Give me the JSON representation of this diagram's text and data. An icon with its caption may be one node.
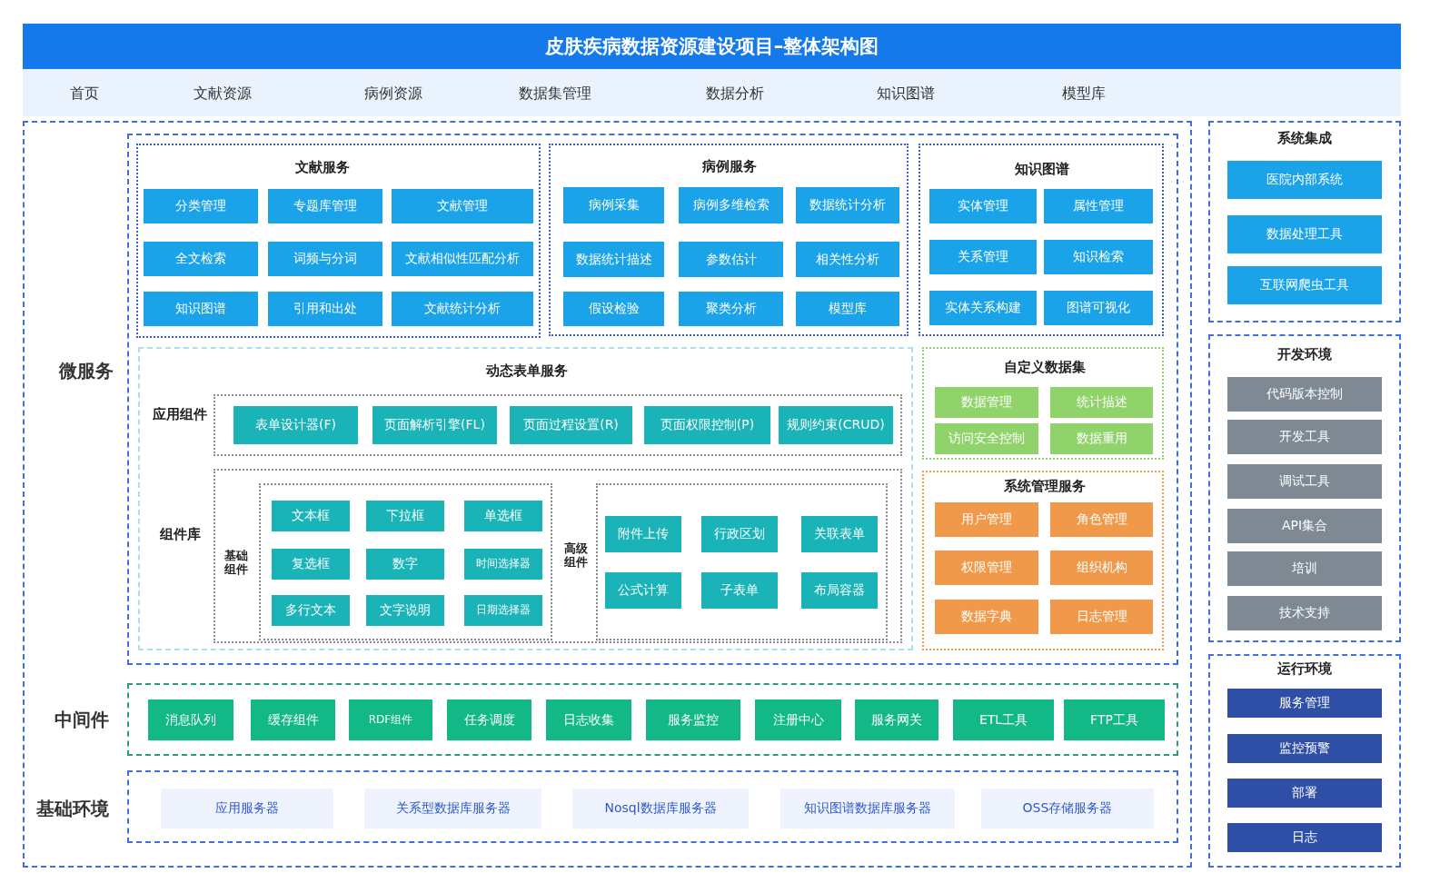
{
  "diagram": {
    "title": "皮肤疾病数据资源建设项目–整体架构图",
    "labels": [
      "首页",
      "文献资源",
      "病例资源",
      "数据集管理",
      "数据分析",
      "知识图谱",
      "模型库"
    ],
    "nodes": [
      {
        "text": [
          "微服务",
          "中间件",
          "基础环境"
        ]
      },
      {
        "text": [],
        "shape": "box",
        "in": 0
      },
      {
        "text": [
          "文献服务"
        ],
        "in": 1
      },
      {
        "text": [
          "分类管理"
        ],
        "in": 2
      },
      {
        "text": [
          "专题库管理"
        ],
        "in": 2
      },
      {
        "text": [
          "文献管理"
        ],
        "in": 2
      },
      {
        "text": [
          "全文检索"
        ],
        "in": 2
      },
      {
        "text": [
          "词频与分词"
        ],
        "in": 2
      },
      {
        "text": [
          "文献相似性匹配分析"
        ],
        "in": 2
      },
      {
        "text": [
          "知识图谱"
        ],
        "in": 2
      },
      {
        "text": [
          "引用和出处"
        ],
        "in": 2
      },
      {
        "text": [
          "文献统计分析"
        ],
        "in": 2
      },
      {
        "text": [
          "病例服务"
        ],
        "in": 1
      },
      {
        "text": [
          "病例采集"
        ],
        "in": 12
      },
      {
        "text": [
          "病例多维检索"
        ],
        "in": 12
      },
      {
        "text": [
          "数据统计分析"
        ],
        "in": 12
      },
      {
        "text": [
          "数据统计描述"
        ],
        "in": 12
      },
      {
        "text": [
          "参数估计"
        ],
        "in": 12
      },
      {
        "text": [
          "相关性分析"
        ],
        "in": 12
      },
      {
        "text": [
          "假设检验"
        ],
        "in": 12
      },
      {
        "text": [
          "聚类分析"
        ],
        "in": 12
      },
      {
        "text": [
          "模型库"
        ],
        "in": 12
      },
      {
        "text": [
          "知识图谱"
        ],
        "in": 1
      },
      {
        "text": [
          "实体管理"
        ],
        "in": 22
      },
      {
        "text": [
          "属性管理"
        ],
        "in": 22
      },
      {
        "text": [
          "关系管理"
        ],
        "in": 22
      },
      {
        "text": [
          "知识检索"
        ],
        "in": 22
      },
      {
        "text": [
          "实体关系构建"
        ],
        "in": 22
      },
      {
        "text": [
          "图谱可视化"
        ],
        "in": 22
      },
      {
        "text": [
          "动态表单服务"
        ],
        "in": 1
      },
      {
        "text": [
          "应用组件"
        ],
        "in": 29
      },
      {
        "text": [
          "表单设计器(F)"
        ],
        "in": 30
      },
      {
        "text": [
          "页面解析引擎(FL)"
        ],
        "in": 30
      },
      {
        "text": [
          "页面过程设置(R)"
        ],
        "in": 30
      },
      {
        "text": [
          "页面权限控制(P)"
        ],
        "in": 30
      },
      {
        "text": [
          "规则约束(CRUD)"
        ],
        "in": 30
      },
      {
        "text": [
          "组件库"
        ],
        "in": 29
      },
      {
        "text": [
          "基础组件"
        ],
        "in": 36
      },
      {
        "text": [
          "文本框"
        ],
        "in": 37
      },
      {
        "text": [
          "下拉框"
        ],
        "in": 37
      },
      {
        "text": [
          "单选框"
        ],
        "in": 37
      },
      {
        "text": [
          "复选框"
        ],
        "in": 37
      },
      {
        "text": [
          "数字"
        ],
        "in": 37
      },
      {
        "text": [
          "时间选择器"
        ],
        "in": 37
      },
      {
        "text": [
          "多行文本"
        ],
        "in": 37
      },
      {
        "text": [
          "文字说明"
        ],
        "in": 37
      },
      {
        "text": [
          "日期选择器"
        ],
        "in": 37
      },
      {
        "text": [
          "高级组件"
        ],
        "in": 36
      },
      {
        "text": [
          "附件上传"
        ],
        "in": 47
      },
      {
        "text": [
          "行政区划"
        ],
        "in": 47
      },
      {
        "text": [
          "关联表单"
        ],
        "in": 47
      },
      {
        "text": [
          "公式计算"
        ],
        "in": 47
      },
      {
        "text": [
          "子表单"
        ],
        "in": 47
      },
      {
        "text": [
          "布局容器"
        ],
        "in": 47
      },
      {
        "text": [
          "自定义数据集"
        ],
        "in": 1
      },
      {
        "text": [
          "数据管理"
        ],
        "in": 54
      },
      {
        "text": [
          "统计描述"
        ],
        "in": 54
      },
      {
        "text": [
          "访问安全控制"
        ],
        "in": 54
      },
      {
        "text": [
          "数据重用"
        ],
        "in": 54
      },
      {
        "text": [
          "系统管理服务"
        ],
        "in": 1
      },
      {
        "text": [
          "用户管理"
        ],
        "in": 59
      },
      {
        "text": [
          "角色管理"
        ],
        "in": 59
      },
      {
        "text": [
          "权限管理"
        ],
        "in": 59
      },
      {
        "text": [
          "组织机构"
        ],
        "in": 59
      },
      {
        "text": [
          "数据字典"
        ],
        "in": 59
      },
      {
        "text": [
          "日志管理"
        ],
        "in": 59
      },
      {
        "text": [],
        "shape": "box",
        "in": 0
      },
      {
        "text": [
          "消息队列"
        ],
        "in": 66
      },
      {
        "text": [
          "缓存组件"
        ],
        "in": 66
      },
      {
        "text": [
          "RDF组件"
        ],
        "in": 66
      },
      {
        "text": [
          "任务调度"
        ],
        "in": 66
      },
      {
        "text": [
          "日志收集"
        ],
        "in": 66
      },
      {
        "text": [
          "服务监控"
        ],
        "in": 66
      },
      {
        "text": [
          "注册中心"
        ],
        "in": 66
      },
      {
        "text": [
          "服务网关"
        ],
        "in": 66
      },
      {
        "text": [
          "ETL工具"
        ],
        "in": 66
      },
      {
        "text": [
          "FTP工具"
        ],
        "in": 66
      },
      {
        "text": [],
        "shape": "box",
        "in": 0
      },
      {
        "text": [
          "应用服务器"
        ],
        "in": 77
      },
      {
        "text": [
          "关系型数据库服务器"
        ],
        "in": 77
      },
      {
        "text": [
          "Nosql数据库服务器"
        ],
        "in": 77
      },
      {
        "text": [
          "知识图谱数据库服务器"
        ],
        "in": 77
      },
      {
        "text": [
          "OSS存储服务器"
        ],
        "in": 77
      },
      {
        "text": [
          "系统集成"
        ]
      },
      {
        "text": [
          "医院内部系统"
        ],
        "in": 83
      },
      {
        "text": [
          "数据处理工具"
        ],
        "in": 83
      },
      {
        "text": [
          "互联网爬虫工具"
        ],
        "in": 83
      },
      {
        "text": [
          "开发环境"
        ]
      },
      {
        "text": [
          "代码版本控制"
        ],
        "in": 87
      },
      {
        "text": [
          "开发工具"
        ],
        "in": 87
      },
      {
        "text": [
          "调试工具"
        ],
        "in": 87
      },
      {
        "text": [
          "API集合"
        ],
        "in": 87
      },
      {
        "text": [
          "培训"
        ],
        "in": 87
      },
      {
        "text": [
          "技术支持"
        ],
        "in": 87
      },
      {
        "text": [
          "运行环境"
        ]
      },
      {
        "text": [
          "服务管理"
        ],
        "in": 94
      },
      {
        "text": [
          "监控预警"
        ],
        "in": 94
      },
      {
        "text": [
          "部署"
        ],
        "in": 94
      },
      {
        "text": [
          "日志"
        ],
        "in": 94
      }
    ]
  }
}
